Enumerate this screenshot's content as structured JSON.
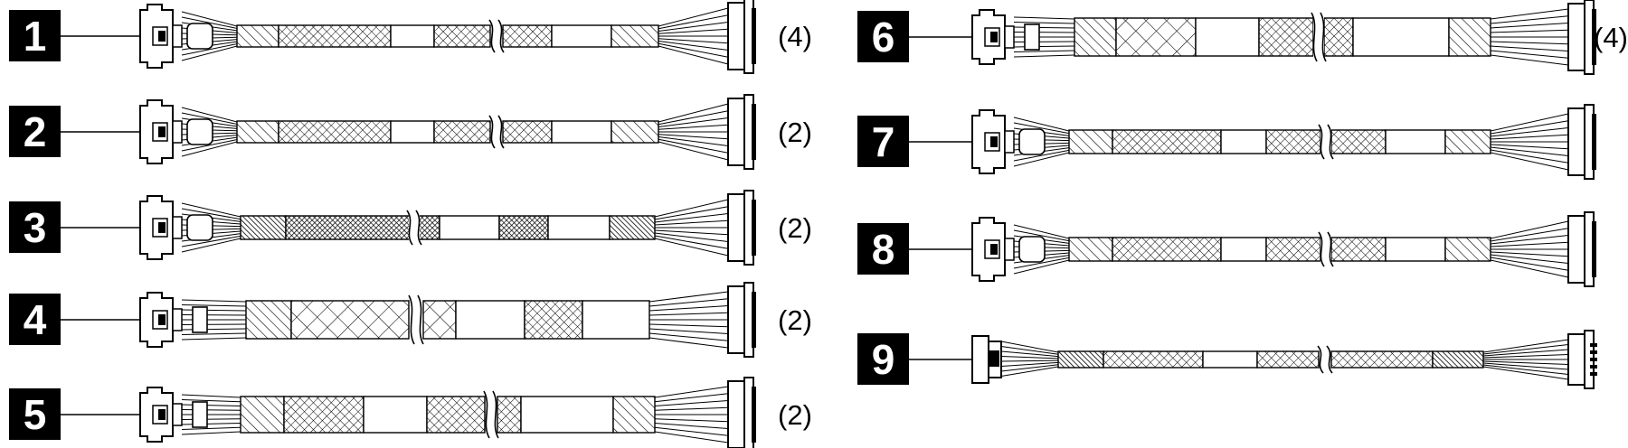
{
  "cables": [
    {
      "callout": "1",
      "quantity": "(4)"
    },
    {
      "callout": "2",
      "quantity": "(2)"
    },
    {
      "callout": "3",
      "quantity": "(2)"
    },
    {
      "callout": "4",
      "quantity": "(2)"
    },
    {
      "callout": "5",
      "quantity": "(2)"
    },
    {
      "callout": "6",
      "quantity": "(4)"
    },
    {
      "callout": "7",
      "quantity": ""
    },
    {
      "callout": "8",
      "quantity": ""
    },
    {
      "callout": "9",
      "quantity": ""
    }
  ],
  "colors": {
    "line": "#000000",
    "background": "#ffffff",
    "callout_fill": "#000000"
  }
}
